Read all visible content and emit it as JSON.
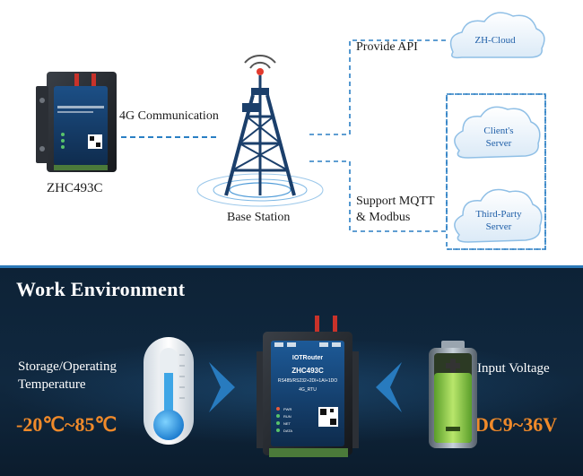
{
  "network": {
    "device_label": "ZHC493C",
    "link_label": "4G Communication",
    "station_label": "Base Station",
    "api_label": "Provide API",
    "mqtt_label_line1": "Support MQTT",
    "mqtt_label_line2": "& Modbus",
    "clouds": {
      "zh_cloud": "ZH-Cloud",
      "client_line1": "Client's",
      "client_line2": "Server",
      "third_line1": "Third-Party",
      "third_line2": "Server"
    },
    "device_front": {
      "brand": "IOTRouter",
      "model": "ZHC493C",
      "spec": "RS485/RS232+2DI+1AI+1DO",
      "net": "4G_RTU",
      "leds": [
        "PWR",
        "RUN",
        "NET",
        "DATA"
      ]
    }
  },
  "environment": {
    "title": "Work Environment",
    "temp_label_line1": "Storage/Operating",
    "temp_label_line2": "Temperature",
    "temp_value": "-20℃~85℃",
    "voltage_label": "Input Voltage",
    "voltage_value": "DC9~36V"
  },
  "colors": {
    "accent_blue": "#1f5fa8",
    "tower_blue": "#1b3f6b",
    "dashed_blue": "#2a7fc4",
    "dark_bg": "#0d2236",
    "orange_value": "#f08a2a",
    "battery_green": "#8cc63f"
  }
}
